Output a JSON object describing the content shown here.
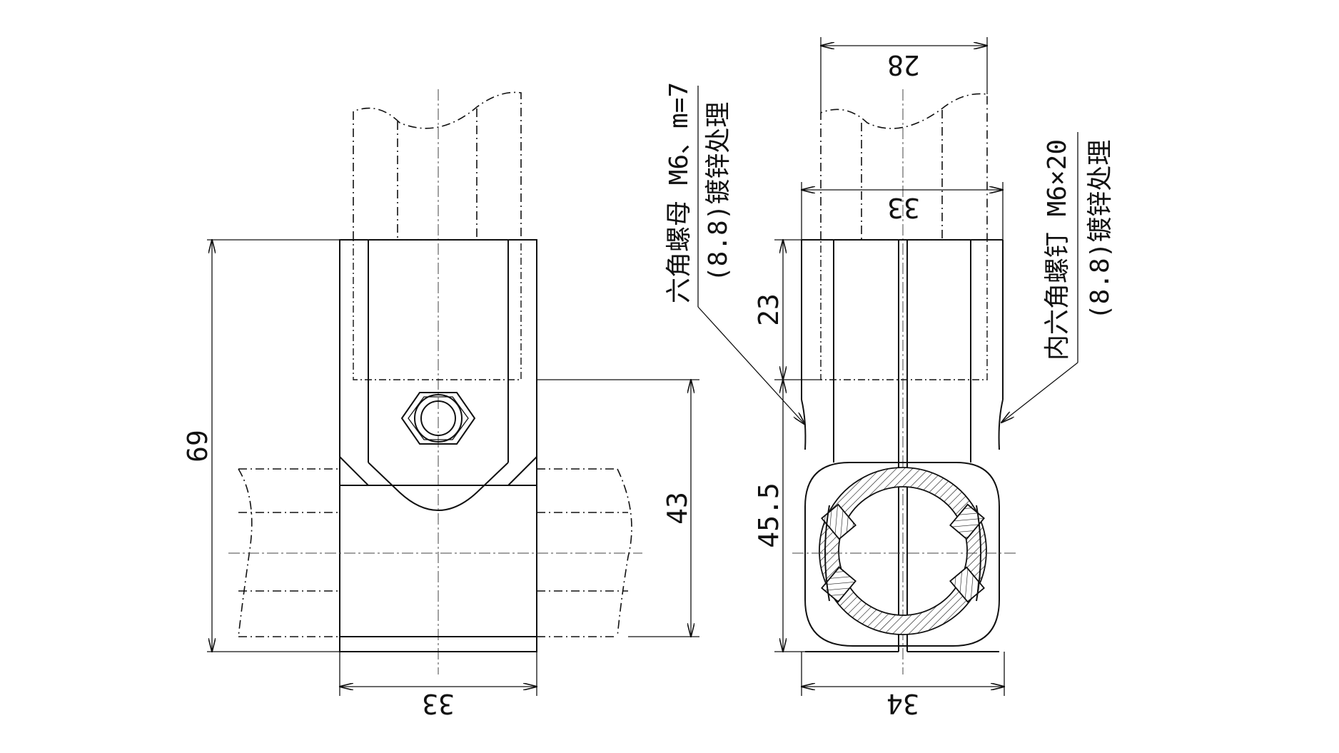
{
  "drawing": {
    "front_view": {
      "dim_height_total": "69",
      "dim_height_lower": "43",
      "dim_width_bottom": "33"
    },
    "side_view": {
      "dim_width_top": "28",
      "dim_width_mid": "33",
      "dim_height_upper": "23",
      "dim_height_lower": "45.5",
      "dim_width_bottom": "34"
    },
    "notes": {
      "nut": {
        "line1": "六角螺母 M6、m=7",
        "line2": "(8.8)镀锌处理"
      },
      "bolt": {
        "line1": "内六角螺钉 M6×20",
        "line2": "(8.8)镀锌处理"
      }
    }
  }
}
